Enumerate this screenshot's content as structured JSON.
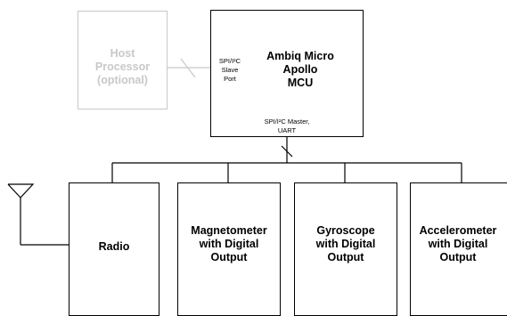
{
  "host": {
    "line1": "Host",
    "line2": "Processor",
    "line3": "(optional)"
  },
  "mcu": {
    "line1": "Ambiq Micro",
    "line2": "Apollo",
    "line3": "MCU",
    "slave_port": {
      "line1": "SPI/I²C",
      "line2": "Slave",
      "line3": "Port"
    },
    "master_port": {
      "line1": "SPI/I²C Master,",
      "line2": "UART"
    }
  },
  "peripherals": [
    {
      "line1": "Radio",
      "line2": "",
      "line3": ""
    },
    {
      "line1": "Magnetometer",
      "line2": "with Digital",
      "line3": "Output"
    },
    {
      "line1": "Gyroscope",
      "line2": "with Digital",
      "line3": "Output"
    },
    {
      "line1": "Accelerometer",
      "line2": "with Digital",
      "line3": "Output"
    }
  ],
  "colors": {
    "line": "#000000",
    "inactive": "#c8c8c8"
  },
  "icons": {
    "antenna": "antenna-icon"
  }
}
